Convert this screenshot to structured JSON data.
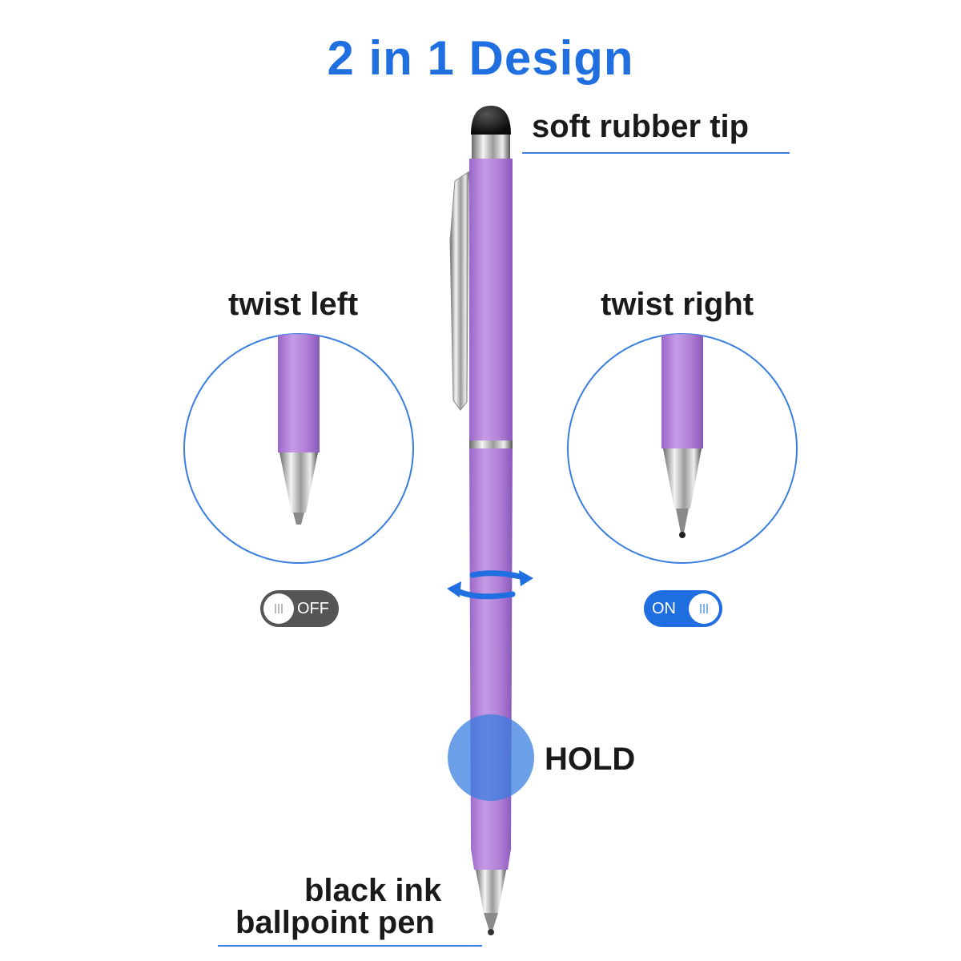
{
  "title": "2 in 1 Design",
  "labels": {
    "tip": "soft rubber tip",
    "twist_left": "twist left",
    "twist_right": "twist right",
    "hold": "HOLD",
    "ballpoint_line1": "black ink",
    "ballpoint_line2": "ballpoint pen"
  },
  "toggles": {
    "left_label": "OFF",
    "right_label": "ON"
  },
  "colors": {
    "accent": "#1f6fe0",
    "pen_body": "#b07fd6",
    "pen_body_dark": "#9360c4",
    "hold_circle": "#3a7fe0",
    "toggle_off": "#555555",
    "toggle_on": "#1f6fe0"
  },
  "icons": {
    "rotation": "rotate-arrows-icon"
  }
}
